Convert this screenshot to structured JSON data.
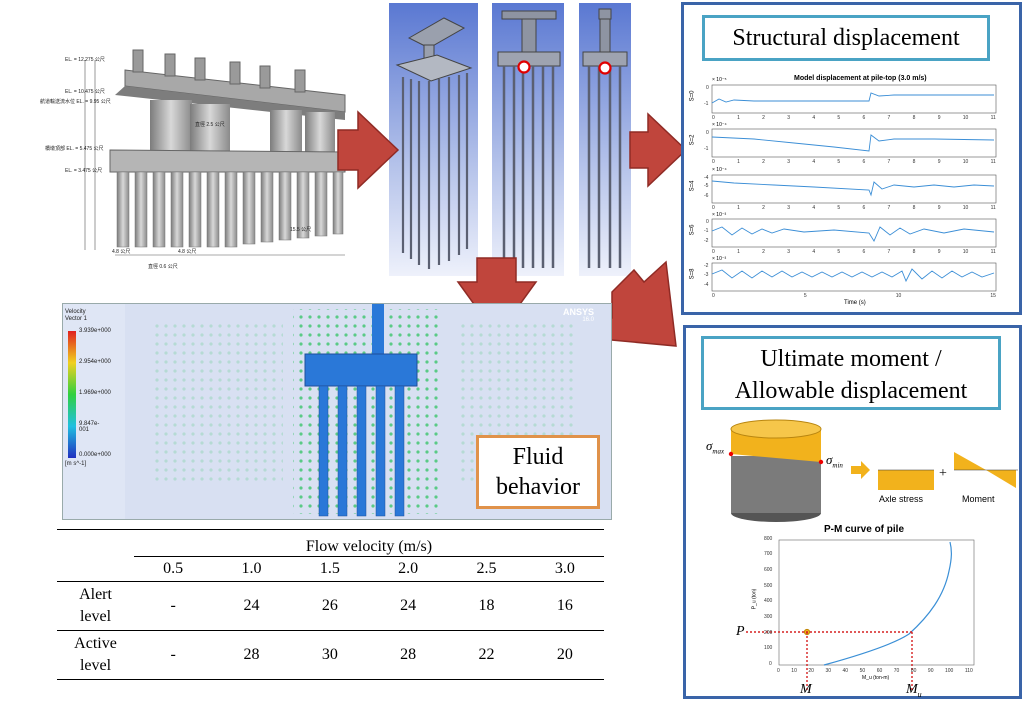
{
  "elevation_labels": [
    "EL. = 12.275 公尺",
    "EL. = 10.475 公尺",
    "航道輸送流水位 EL. = 9.95 公尺",
    "橋墩頂部 EL. = 5.475 公尺",
    "EL. = 3.475 公尺"
  ],
  "pier_dims": {
    "column_dia": "直徑 2.5 公尺",
    "width_1": "4.8 公尺",
    "width_2": "4.8 公尺",
    "span": "15.5 公尺",
    "pile_dia": "直徑 0.6 公尺"
  },
  "structural": {
    "title": "Structural displacement",
    "plot_title": "Model displacement at pile-top (3.0 m/s)",
    "xlabel": "Time (s)",
    "rows": [
      {
        "label": "S=0",
        "exp": "× 10⁻⁵",
        "yticks": [
          "0",
          "-1"
        ],
        "xticks": [
          "0",
          "1",
          "2",
          "3",
          "4",
          "5",
          "6",
          "7",
          "8",
          "9",
          "10",
          "11"
        ]
      },
      {
        "label": "S=2",
        "exp": "× 10⁻⁴",
        "yticks": [
          "0",
          "-1"
        ],
        "xticks": [
          "0",
          "1",
          "2",
          "3",
          "4",
          "5",
          "6",
          "7",
          "8",
          "9",
          "10",
          "11"
        ]
      },
      {
        "label": "S=4",
        "exp": "× 10⁻⁴",
        "yticks": [
          "-4",
          "-5",
          "-6"
        ],
        "xticks": [
          "0",
          "1",
          "2",
          "3",
          "4",
          "5",
          "6",
          "7",
          "8",
          "9",
          "10",
          "11"
        ]
      },
      {
        "label": "S=6",
        "exp": "× 10⁻³",
        "yticks": [
          "0",
          "-1",
          "-2"
        ],
        "xticks": [
          "0",
          "1",
          "2",
          "3",
          "4",
          "5",
          "6",
          "7",
          "8",
          "9",
          "10",
          "11"
        ]
      },
      {
        "label": "S=8",
        "exp": "× 10⁻³",
        "yticks": [
          "-2",
          "-3",
          "-4"
        ],
        "xticks": [
          "0",
          "5",
          "10",
          "15"
        ]
      }
    ]
  },
  "fluid": {
    "legend_title_1": "Velocity",
    "legend_title_2": "Vector 1",
    "legend_values": [
      "3.939e+000",
      "2.954e+000",
      "1.969e+000",
      "9.847e-001",
      "0.000e+000"
    ],
    "legend_unit": "[m s^-1]",
    "brand": "ANSYS",
    "version": "16.0",
    "label_line1": "Fluid",
    "label_line2": "behavior"
  },
  "table": {
    "header": "Flow velocity (m/s)",
    "velocities": [
      "0.5",
      "1.0",
      "1.5",
      "2.0",
      "2.5",
      "3.0"
    ],
    "rows": [
      {
        "name1": "Alert",
        "name2": "level",
        "values": [
          "-",
          "24",
          "26",
          "24",
          "18",
          "16"
        ]
      },
      {
        "name1": "Active",
        "name2": "level",
        "values": [
          "-",
          "28",
          "30",
          "28",
          "22",
          "20"
        ]
      }
    ]
  },
  "ultimate": {
    "title_line1": "Ultimate moment /",
    "title_line2": "Allowable displacement",
    "sigma_max": "σ",
    "sigma_max_sub": "max",
    "sigma_min": "σ",
    "sigma_min_sub": "min",
    "axle_label": "Axle stress",
    "moment_label": "Moment",
    "plus": "+",
    "pm_title": "P-M curve of pile",
    "pm_ylabel": "P_u (ton)",
    "pm_xlabel": "M_u (ton-m)",
    "pm_yticks": [
      "800",
      "700",
      "600",
      "500",
      "400",
      "300",
      "200",
      "100",
      "0"
    ],
    "pm_xticks": [
      "0",
      "10",
      "20",
      "30",
      "40",
      "50",
      "60",
      "70",
      "80",
      "90",
      "100",
      "110"
    ],
    "P": "P",
    "M": "M",
    "Mu": "M",
    "Mu_sub": "u"
  },
  "colors": {
    "arrow": "#c0453c",
    "frame": "#3a64a8",
    "title_border": "#4aa3c4",
    "fluid_border": "#e0924a",
    "curve": "#3a8fd6",
    "guide": "#d62020",
    "cap_yellow": "#f2b21c"
  }
}
